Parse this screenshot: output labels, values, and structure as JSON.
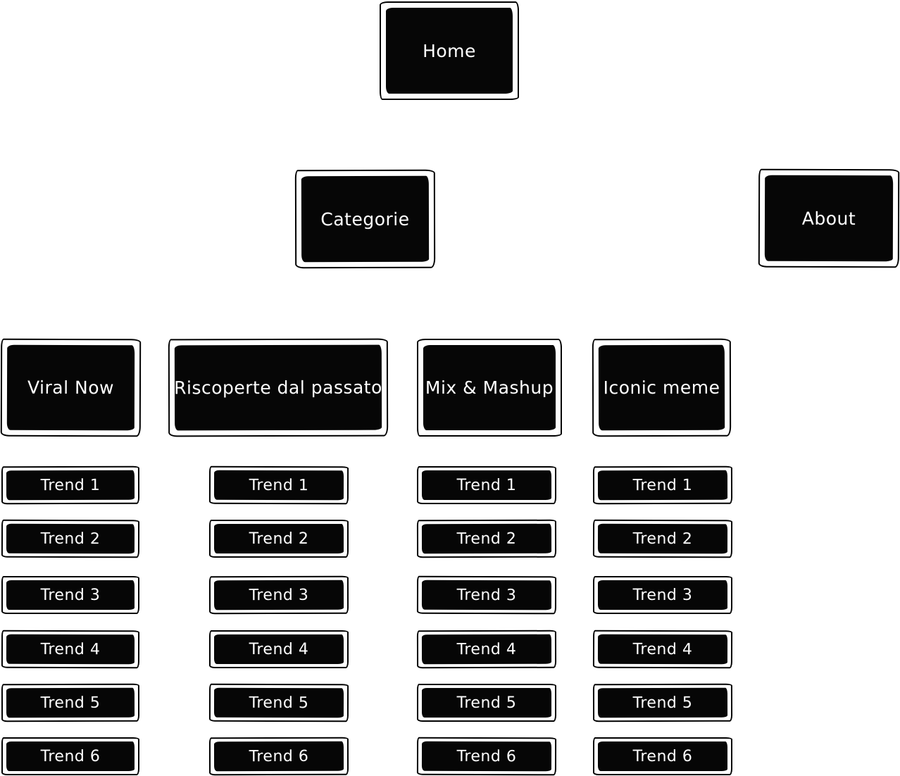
{
  "palette": {
    "background": "#ffffff",
    "node_fill": "#060606",
    "node_border": "#000000",
    "node_text": "#ffffff"
  },
  "nav": {
    "home": "Home",
    "categorie": "Categorie",
    "about": "About"
  },
  "categories": [
    {
      "label": "Viral Now",
      "trends": [
        "Trend 1",
        "Trend 2",
        "Trend 3",
        "Trend 4",
        "Trend 5",
        "Trend 6"
      ]
    },
    {
      "label": "Riscoperte dal passato",
      "trends": [
        "Trend 1",
        "Trend 2",
        "Trend 3",
        "Trend 4",
        "Trend 5",
        "Trend 6"
      ]
    },
    {
      "label": "Mix & Mashup",
      "trends": [
        "Trend 1",
        "Trend 2",
        "Trend 3",
        "Trend 4",
        "Trend 5",
        "Trend 6"
      ]
    },
    {
      "label": "Iconic meme",
      "trends": [
        "Trend 1",
        "Trend 2",
        "Trend 3",
        "Trend 4",
        "Trend 5",
        "Trend 6"
      ]
    }
  ]
}
